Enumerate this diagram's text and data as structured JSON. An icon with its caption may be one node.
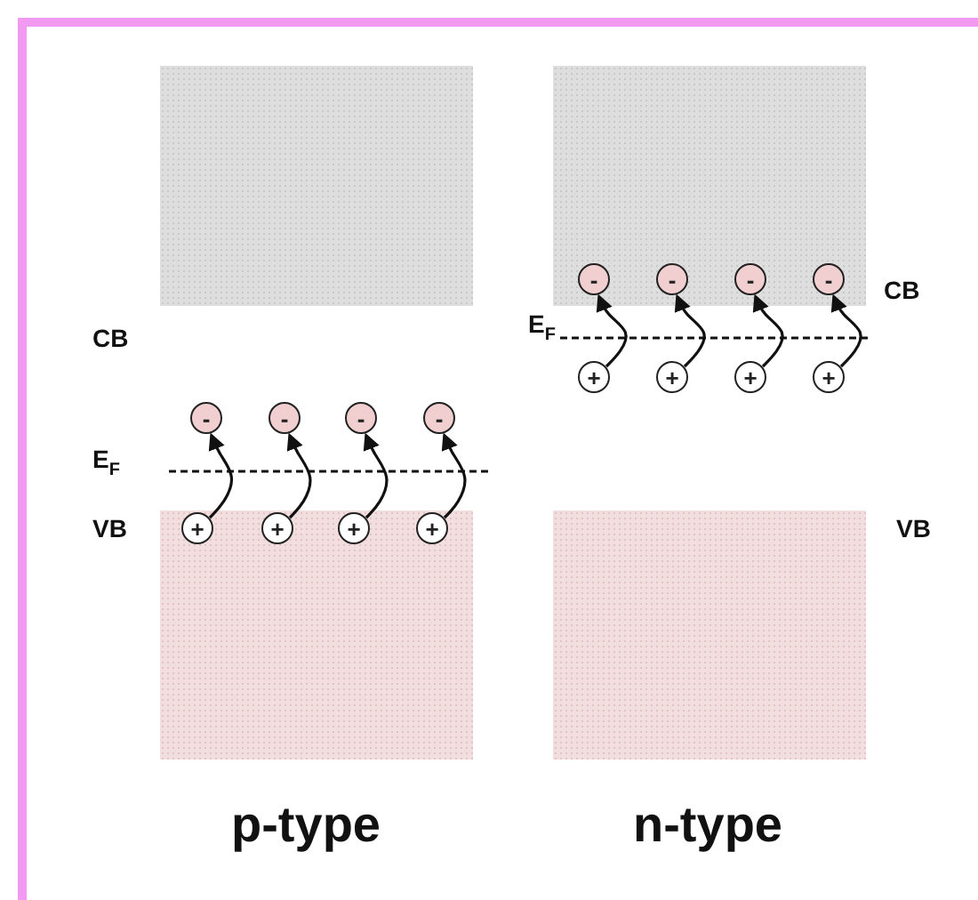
{
  "diagram": {
    "nodes": [
      {
        "text": [],
        "shape": "box"
      },
      {
        "text": [],
        "shape": "box"
      },
      {
        "text": [
          "-"
        ],
        "in": 1
      },
      {
        "text": [
          "-"
        ],
        "in": 1
      },
      {
        "text": [
          "-"
        ],
        "in": 1
      },
      {
        "text": [
          "-"
        ],
        "in": 1
      },
      {
        "text": [
          "+"
        ]
      },
      {
        "text": [
          "+"
        ]
      },
      {
        "text": [
          "+"
        ]
      },
      {
        "text": [
          "+"
        ]
      },
      {
        "text": [
          "-"
        ]
      },
      {
        "text": [
          "-"
        ]
      },
      {
        "text": [
          "-"
        ]
      },
      {
        "text": [
          "-"
        ]
      },
      {
        "text": [],
        "shape": "box"
      },
      {
        "text": [
          "+"
        ],
        "in": 14
      },
      {
        "text": [
          "+"
        ],
        "in": 14
      },
      {
        "text": [
          "+"
        ],
        "in": 14
      },
      {
        "text": [
          "+"
        ],
        "in": 14
      },
      {
        "text": [],
        "shape": "box"
      }
    ],
    "edges": [
      {
        "from": 6,
        "to": 2,
        "arrow": "to"
      },
      {
        "from": 7,
        "to": 3,
        "arrow": "to"
      },
      {
        "from": 8,
        "to": 4,
        "arrow": "to"
      },
      {
        "from": 9,
        "to": 5,
        "arrow": "to"
      },
      {
        "from": 15,
        "to": 10,
        "arrow": "to"
      },
      {
        "from": 16,
        "to": 11,
        "arrow": "to"
      },
      {
        "from": 17,
        "to": 12,
        "arrow": "to"
      },
      {
        "from": 18,
        "to": 13,
        "arrow": "to"
      }
    ],
    "labels": [
      "CB",
      "E$_{F}$",
      "CB",
      "E$_{F}$",
      "VB",
      "VB",
      "p-type",
      "n-type"
    ]
  }
}
